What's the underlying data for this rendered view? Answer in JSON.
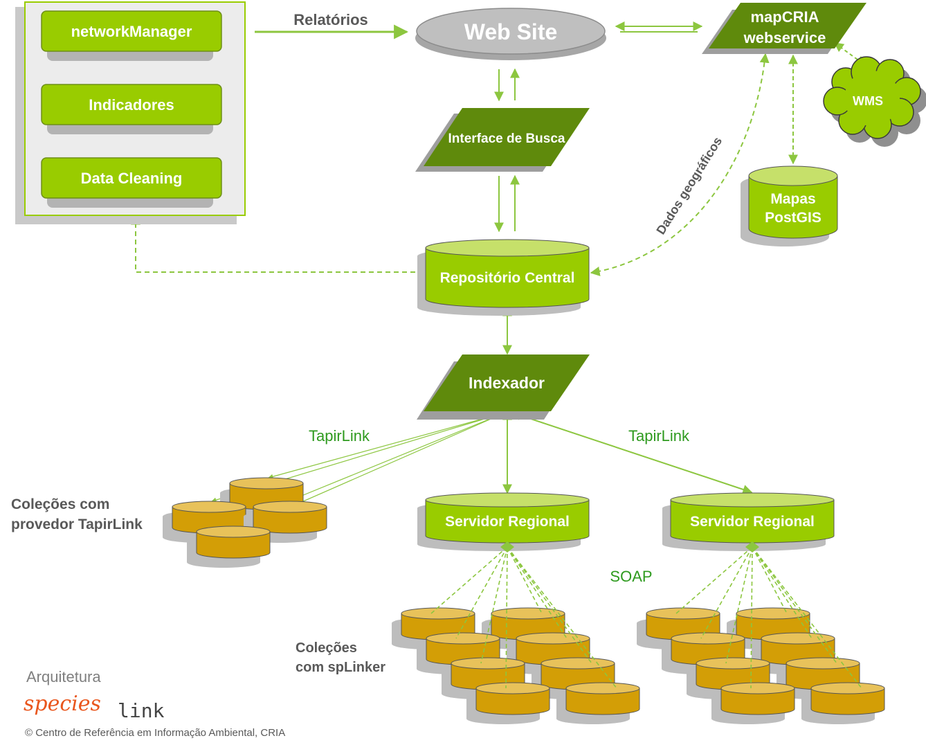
{
  "tools_panel": {
    "buttons": [
      "networkManager",
      "Indicadores",
      "Data Cleaning"
    ]
  },
  "nodes": {
    "web_site": "Web Site",
    "mapcria": [
      "mapCRIA",
      "webservice"
    ],
    "wms": "WMS",
    "interface_busca": "Interface de Busca",
    "mapas_postgis": [
      "Mapas",
      "PostGIS"
    ],
    "repositorio": "Repositório Central",
    "indexador": "Indexador",
    "servidor_regional_1": "Servidor Regional",
    "servidor_regional_2": "Servidor Regional"
  },
  "edge_labels": {
    "relatorios": "Relatórios",
    "dados_geograficos": "Dados geográficos",
    "tapirlink_left": "TapirLink",
    "tapirlink_right": "TapirLink",
    "soap": "SOAP"
  },
  "group_labels": {
    "tapirlink_collections": [
      "Coleções com",
      "provedor TapirLink"
    ],
    "splinker_collections": [
      "Coleções",
      "com spLinker"
    ]
  },
  "footer": {
    "title": "Arquitetura",
    "logo_species": "species",
    "logo_link": "link",
    "copyright": "© Centro de Referência em Informação Ambiental, CRIA"
  },
  "colors": {
    "green": "#99cc00",
    "green_dark": "#5f8a0c",
    "green_top": "#c6e06a",
    "gold": "#d39e06",
    "gold_top": "#e8c25a",
    "shadow": "#bdbdbd",
    "arrow": "#8cc63f",
    "logo_orange": "#e9561d"
  }
}
